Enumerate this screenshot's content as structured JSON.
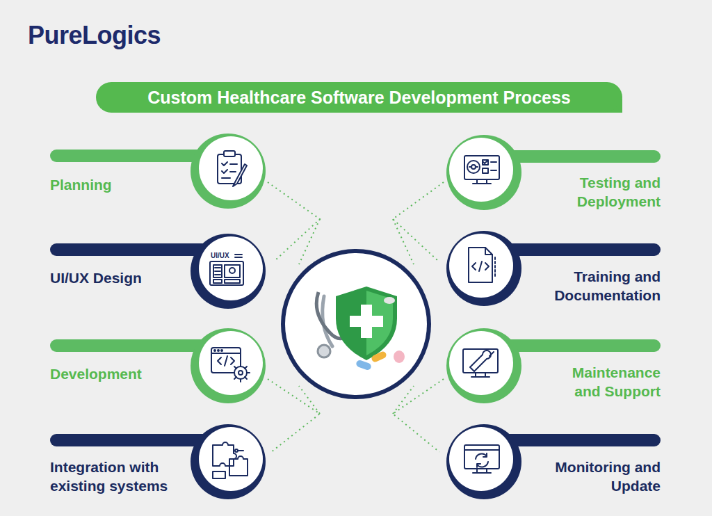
{
  "diagram": {
    "title": "Custom Healthcare Software Development Process",
    "nodes": [
      {
        "text": [
          "Planning"
        ]
      },
      {
        "text": [
          "Testing and Deployment"
        ]
      },
      {
        "text": [
          "UI/UX Design"
        ]
      },
      {
        "text": [
          "Training and Documentation"
        ]
      },
      {
        "text": [
          "Development"
        ]
      },
      {
        "text": [
          "Maintenance and Support"
        ]
      },
      {
        "text": [
          "Integration with existing systems"
        ]
      },
      {
        "text": [
          "Monitoring and Update"
        ]
      }
    ],
    "labels": [
      "PureLogics",
      "UI/UX"
    ]
  }
}
